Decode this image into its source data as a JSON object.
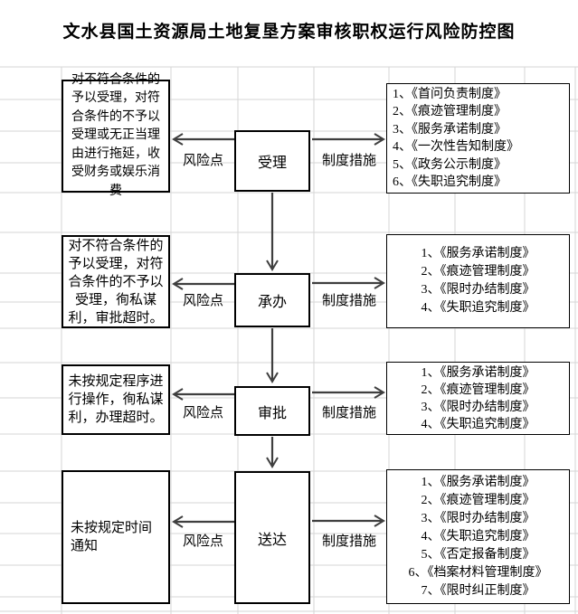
{
  "title": "文水县国土资源局土地复垦方案审核职权运行风险防控图",
  "colors": {
    "background": "#ffffff",
    "text": "#000000",
    "box_border": "#000000",
    "arrow": "#3f3f3f",
    "gridline": "#d6d6d6"
  },
  "rows": [
    {
      "step": "受理",
      "risk_label": "风险点",
      "measure_label": "制度措施",
      "risk_text": "对不符合条件的予以受理，对符合条件的不予以受理或无正当理由进行拖延，收受财务或娱乐消费",
      "measures": [
        "1、《首问负责制度》",
        "2、《痕迹管理制度》",
        "3、《服务承诺制度》",
        "4、《一次性告知制度》",
        "5、《政务公示制度》",
        "6、《失职追究制度》"
      ]
    },
    {
      "step": "承办",
      "risk_label": "风险点",
      "measure_label": "制度措施",
      "risk_text": "对不符合条件的予以受理，对符合条件的不予以受理，徇私谋利，审批超时。",
      "measures": [
        "1、《服务承诺制度》",
        "2、《痕迹管理制度》",
        "3、《限时办结制度》",
        "4、《失职追究制度》"
      ]
    },
    {
      "step": "审批",
      "risk_label": "风险点",
      "measure_label": "制度措施",
      "risk_text": "未按规定程序进行操作，徇私谋利，办理超时。",
      "measures": [
        "1、《服务承诺制度》",
        "2、《痕迹管理制度》",
        "3、《限时办结制度》",
        "4、《失职追究制度》"
      ]
    },
    {
      "step": "送达",
      "risk_label": "风险点",
      "measure_label": "制度措施",
      "risk_text": "未按规定时间通知",
      "measures": [
        "1、《服务承诺制度》",
        "2、《痕迹管理制度》",
        "3、《限时办结制度》",
        "4、《失职追究制度》",
        "5、《否定报备制度》",
        "6、《档案材料管理制度》",
        "7、《限时纠正制度》"
      ]
    }
  ]
}
